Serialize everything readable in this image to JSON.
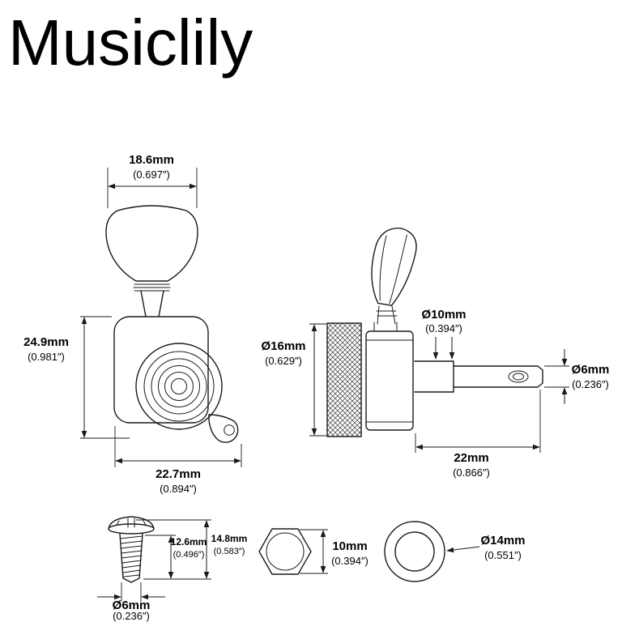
{
  "brand": "Musiclily",
  "front_view": {
    "button_width_mm": "18.6mm",
    "button_width_in": "(0.697″)",
    "body_height_mm": "24.9mm",
    "body_height_in": "(0.981″)",
    "body_width_mm": "22.7mm",
    "body_width_in": "(0.894″)"
  },
  "side_view": {
    "bushing_dia_mm": "Ø16mm",
    "bushing_dia_in": "(0.629″)",
    "shaft_dia_mm": "Ø10mm",
    "shaft_dia_in": "(0.394″)",
    "post_dia_mm": "Ø6mm",
    "post_dia_in": "(0.236″)",
    "post_length_mm": "22mm",
    "post_length_in": "(0.866″)"
  },
  "screw": {
    "thread_length_mm": "12.6mm",
    "thread_length_in": "(0.496″)",
    "total_length_mm": "14.8mm",
    "total_length_in": "(0.583″)",
    "dia_mm": "Ø6mm",
    "dia_in": "(0.236″)"
  },
  "nut": {
    "size_mm": "10mm",
    "size_in": "(0.394″)"
  },
  "washer": {
    "dia_mm": "Ø14mm",
    "dia_in": "(0.551″)"
  }
}
